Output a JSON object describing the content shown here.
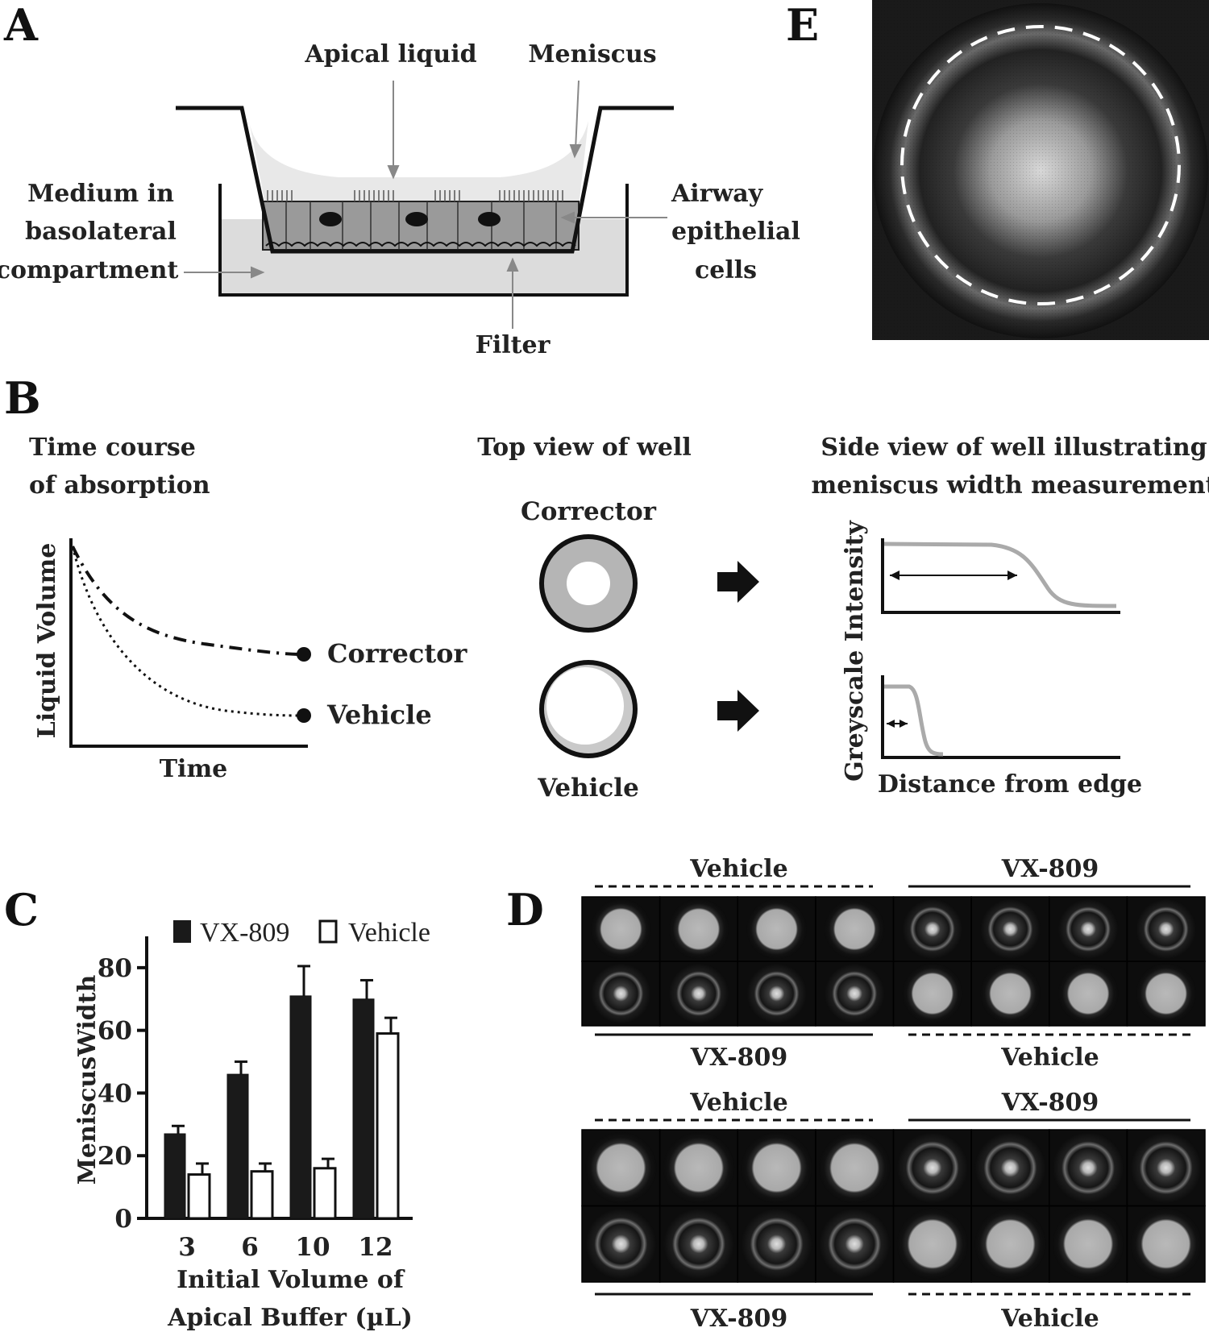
{
  "panels": {
    "A": {
      "letter": "A",
      "apical_liquid": "Apical liquid",
      "meniscus": "Meniscus",
      "medium_line1": "Medium in",
      "medium_line2": "basolateral",
      "medium_line3": "compartment",
      "airway_line1": "Airway",
      "airway_line2": "epithelial",
      "airway_line3": "cells",
      "filter": "Filter"
    },
    "B": {
      "letter": "B",
      "timecourse_line1": "Time course",
      "timecourse_line2": "of absorption",
      "ylabel": "Liquid Volume",
      "xlabel": "Time",
      "corrector": "Corrector",
      "vehicle": "Vehicle",
      "topview_title": "Top view of well",
      "topview_corrector": "Corrector",
      "topview_vehicle": "Vehicle",
      "sideview_line1": "Side view of well illustrating",
      "sideview_line2": "meniscus width measurement",
      "side_ylabel": "Greyscale Intensity",
      "side_xlabel": "Distance from edge"
    },
    "C": {
      "letter": "C",
      "legend_vx": "VX-809",
      "legend_vehicle": "Vehicle",
      "ylabel": "MeniscusWidth",
      "xlabel_line1": "Initial Volume of",
      "xlabel_line2": "Apical Buffer (µL)"
    },
    "D": {
      "letter": "D",
      "block1_top_left": "Vehicle",
      "block1_top_right": "VX-809",
      "block1_bottom_left": "VX-809",
      "block1_bottom_right": "Vehicle",
      "block2_top_left": "Vehicle",
      "block2_top_right": "VX-809",
      "block2_bottom_left": "VX-809",
      "block2_bottom_right": "Vehicle"
    },
    "E": {
      "letter": "E"
    }
  },
  "chart_data": {
    "type": "bar",
    "categories": [
      "3",
      "6",
      "10",
      "12"
    ],
    "series": [
      {
        "name": "VX-809",
        "values": [
          27,
          46,
          71,
          70
        ],
        "errors": [
          2.5,
          4,
          9.5,
          6
        ],
        "color": "#1a1a1a"
      },
      {
        "name": "Vehicle",
        "values": [
          14,
          15,
          16,
          59
        ],
        "errors": [
          3.5,
          2.5,
          3,
          5
        ],
        "color": "#ffffff"
      }
    ],
    "ylabel": "MeniscusWidth",
    "xlabel": "Initial Volume of Apical Buffer (µL)",
    "ylim": [
      0,
      90
    ],
    "yticks": [
      0,
      20,
      40,
      60,
      80
    ]
  }
}
